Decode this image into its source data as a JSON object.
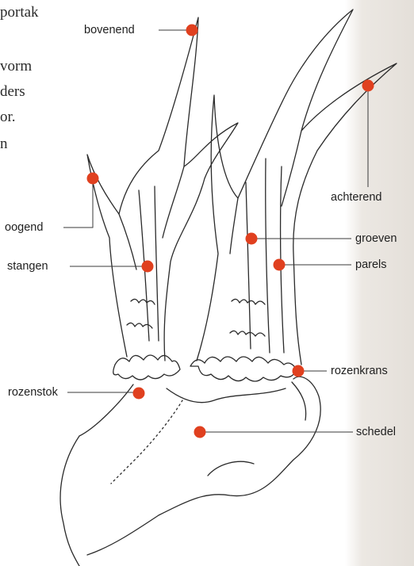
{
  "background_text": {
    "line1": "portak",
    "line2": "vorm",
    "line3": "ders",
    "line4": "or.",
    "line5": "n"
  },
  "labels": {
    "bovenend": "bovenend",
    "ogend": "oogend",
    "stangen": "stangen",
    "rozenstok": "rozenstok",
    "achterend": "achterend",
    "groeven": "groeven",
    "parels": "parels",
    "rozenkrans": "rozenkrans",
    "schedel": "schedel"
  },
  "colors": {
    "marker": "#e0401f",
    "ink": "#2a2a2a",
    "leader": "#3a3a3a"
  }
}
